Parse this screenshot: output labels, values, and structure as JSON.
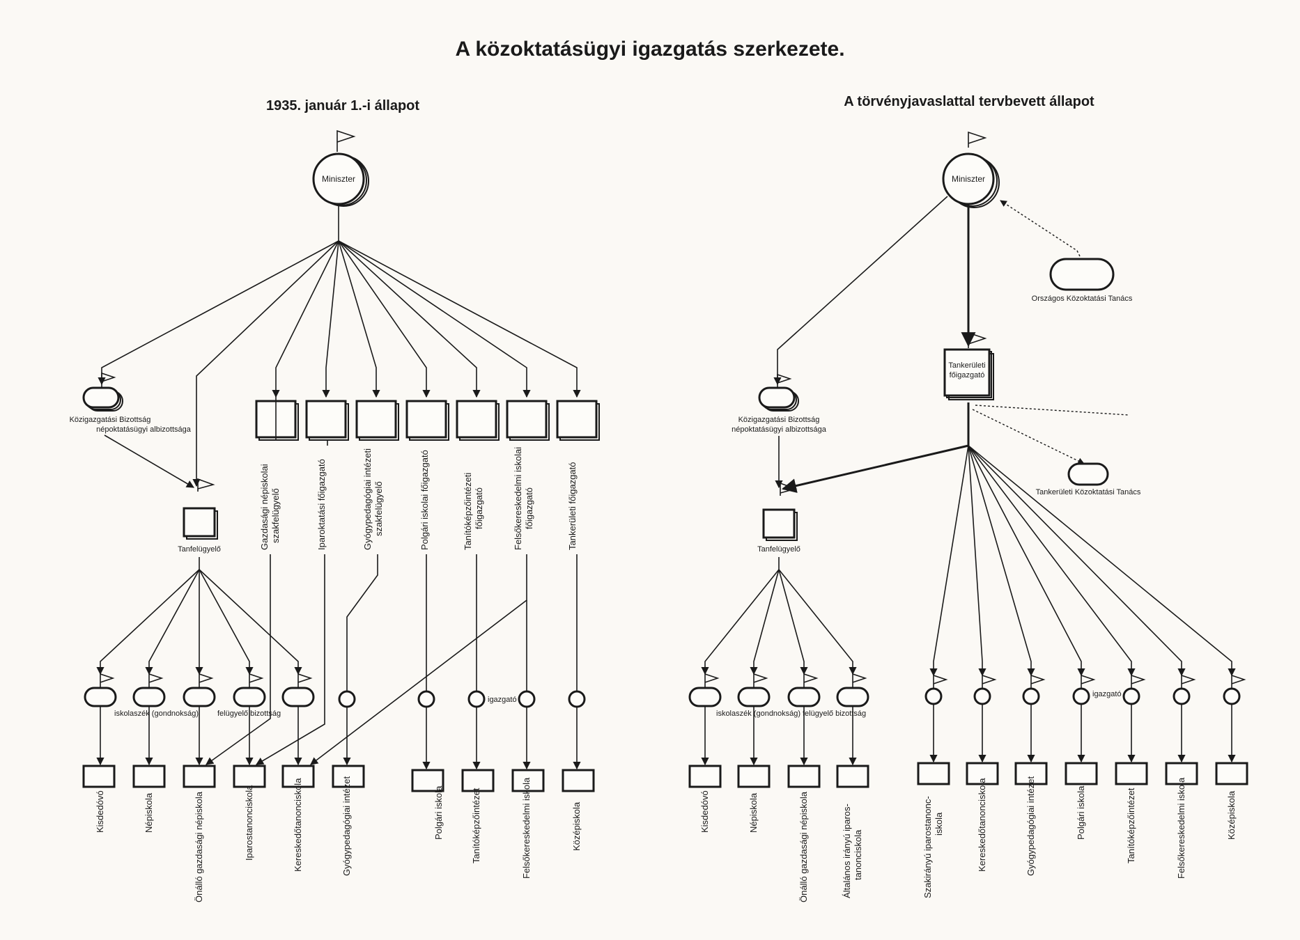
{
  "title": "A közoktatásügyi igazgatás szerkezete.",
  "left": {
    "heading": "1935. január 1.-i állapot",
    "minister": "Miniszter",
    "committee": [
      "Közigazgatási Bizottság",
      "népoktatásügyi albizottsága"
    ],
    "inspector": "Tanfelügyelő",
    "directors": [
      [
        "Gazdasági népiskolai",
        "szakfelügyelő"
      ],
      [
        "Iparoktatási főigazgató"
      ],
      [
        "Gyógypedagógiai intézeti",
        "szakfelügyelő"
      ],
      [
        "Polgári iskolai főigazgató"
      ],
      [
        "Tanítóképzőintézeti",
        "főigazgató"
      ],
      [
        "Felsőkereskedelmi iskolai",
        "főigazgató"
      ],
      [
        "Tankerületi főigazgató"
      ]
    ],
    "board_labels": {
      "school_chair": "iskolaszék (gondnokság)",
      "supervisory": "felügyelő bizottság",
      "principal": "igazgató"
    },
    "schools": [
      [
        "Kisdedóvó"
      ],
      [
        "Népiskola"
      ],
      [
        "Önálló gazdasági népiskola"
      ],
      [
        "Iparostanonciskola"
      ],
      [
        "Kereskedőtanonciskola"
      ],
      [
        "Gyógypedagógiai intézet"
      ],
      [
        "Polgári iskola"
      ],
      [
        "Tanítóképzőintézet"
      ],
      [
        "Felsőkereskedelmi iskola"
      ],
      [
        "Középiskola"
      ]
    ]
  },
  "right": {
    "heading": "A törvényjavaslattal tervbevett állapot",
    "minister": "Miniszter",
    "national_council": "Országos Közoktatási Tanács",
    "district_director": [
      "Tankerületi",
      "főigazgató"
    ],
    "district_council": "Tankerületi Közoktatási Tanács",
    "committee": [
      "Közigazgatási Bizottság",
      "népoktatásügyi albizottsága"
    ],
    "inspector": "Tanfelügyelő",
    "board_labels": {
      "school_chair": "iskolaszék (gondnokság)",
      "supervisory": "felügyelő bizottság",
      "principal": "igazgató"
    },
    "schools": [
      [
        "Kisdedóvó"
      ],
      [
        "Népiskola"
      ],
      [
        "Önálló gazdasági népiskola"
      ],
      [
        "Általános irányú iparos-",
        "tanonciskola"
      ],
      [
        "Szakirányú iparostanonc-",
        "iskola"
      ],
      [
        "Kereskedőtanonciskola"
      ],
      [
        "Gyógypedagógiai intézet"
      ],
      [
        "Polgári iskola"
      ],
      [
        "Tanítóképzőintézet"
      ],
      [
        "Felsőkereskedelmi iskola"
      ],
      [
        "Középiskola"
      ]
    ]
  }
}
